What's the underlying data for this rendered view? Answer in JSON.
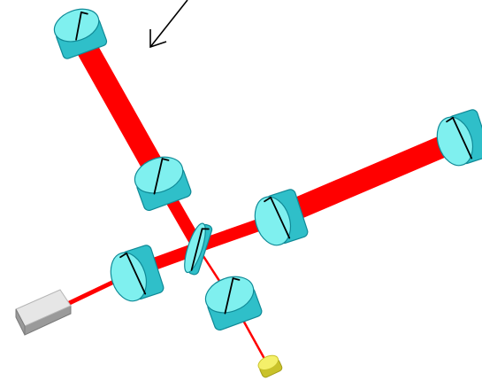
{
  "diagram": {
    "colors": {
      "background": "#ffffff",
      "beam": "#ff0000",
      "optic_face": "#7ff0ef",
      "optic_side": "#2fbfc9",
      "optic_edge": "#108a97",
      "optic_mark": "#000000",
      "laser_source_top": "#e6e6e6",
      "laser_source_side": "#9a9a9a",
      "detector_face": "#f4f06a",
      "detector_side": "#c9c22a",
      "arrow": "#000000"
    },
    "components": [
      {
        "id": "end-mirror-north",
        "kind": "test-mass-mirror"
      },
      {
        "id": "input-mirror-north",
        "kind": "test-mass-mirror"
      },
      {
        "id": "end-mirror-east",
        "kind": "test-mass-mirror"
      },
      {
        "id": "input-mirror-east",
        "kind": "test-mass-mirror"
      },
      {
        "id": "beam-splitter",
        "kind": "beam-splitter"
      },
      {
        "id": "power-recycling-mirror",
        "kind": "test-mass-mirror"
      },
      {
        "id": "signal-recycling-mirror",
        "kind": "test-mass-mirror"
      },
      {
        "id": "laser-source",
        "kind": "laser"
      },
      {
        "id": "photodetector",
        "kind": "photodetector"
      }
    ],
    "beams": [
      {
        "id": "arm-north",
        "from": "input-mirror-north",
        "to": "end-mirror-north",
        "weight": "thick"
      },
      {
        "id": "arm-east",
        "from": "input-mirror-east",
        "to": "end-mirror-east",
        "weight": "thick"
      },
      {
        "id": "bs-to-north",
        "from": "beam-splitter",
        "to": "input-mirror-north",
        "weight": "medium"
      },
      {
        "id": "bs-to-east",
        "from": "beam-splitter",
        "to": "input-mirror-east",
        "weight": "medium"
      },
      {
        "id": "prm-to-bs",
        "from": "power-recycling-mirror",
        "to": "beam-splitter",
        "weight": "medium"
      },
      {
        "id": "laser-to-prm",
        "from": "laser-source",
        "to": "power-recycling-mirror",
        "weight": "thin"
      },
      {
        "id": "bs-to-srm",
        "from": "beam-splitter",
        "to": "signal-recycling-mirror",
        "weight": "thin"
      },
      {
        "id": "srm-to-detector",
        "from": "signal-recycling-mirror",
        "to": "photodetector",
        "weight": "thin"
      }
    ],
    "arrow": {
      "kind": "incoming-signal-arrow"
    }
  }
}
